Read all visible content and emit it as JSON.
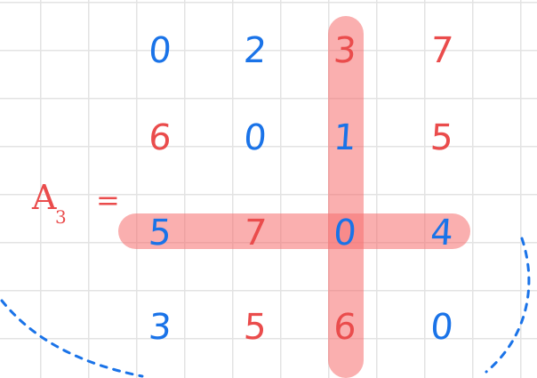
{
  "colors": {
    "blue": "#1a73e8",
    "red": "#ea4c4c",
    "highlight": "#f56e6e",
    "grid": "#e3e3e3"
  },
  "label": {
    "letter": "A",
    "subscript": "3",
    "equals": "="
  },
  "matrix": {
    "highlighted_row": 3,
    "highlighted_column": 3,
    "rows": [
      [
        {
          "value": "0",
          "color": "blue"
        },
        {
          "value": "2",
          "color": "blue"
        },
        {
          "value": "3",
          "color": "red"
        },
        {
          "value": "7",
          "color": "red"
        }
      ],
      [
        {
          "value": "6",
          "color": "red"
        },
        {
          "value": "0",
          "color": "blue"
        },
        {
          "value": "1",
          "color": "blue"
        },
        {
          "value": "5",
          "color": "red"
        }
      ],
      [
        {
          "value": "5",
          "color": "blue"
        },
        {
          "value": "7",
          "color": "red"
        },
        {
          "value": "0",
          "color": "blue"
        },
        {
          "value": "4",
          "color": "blue"
        }
      ],
      [
        {
          "value": "3",
          "color": "blue"
        },
        {
          "value": "5",
          "color": "red"
        },
        {
          "value": "6",
          "color": "red"
        },
        {
          "value": "0",
          "color": "blue"
        }
      ]
    ]
  }
}
